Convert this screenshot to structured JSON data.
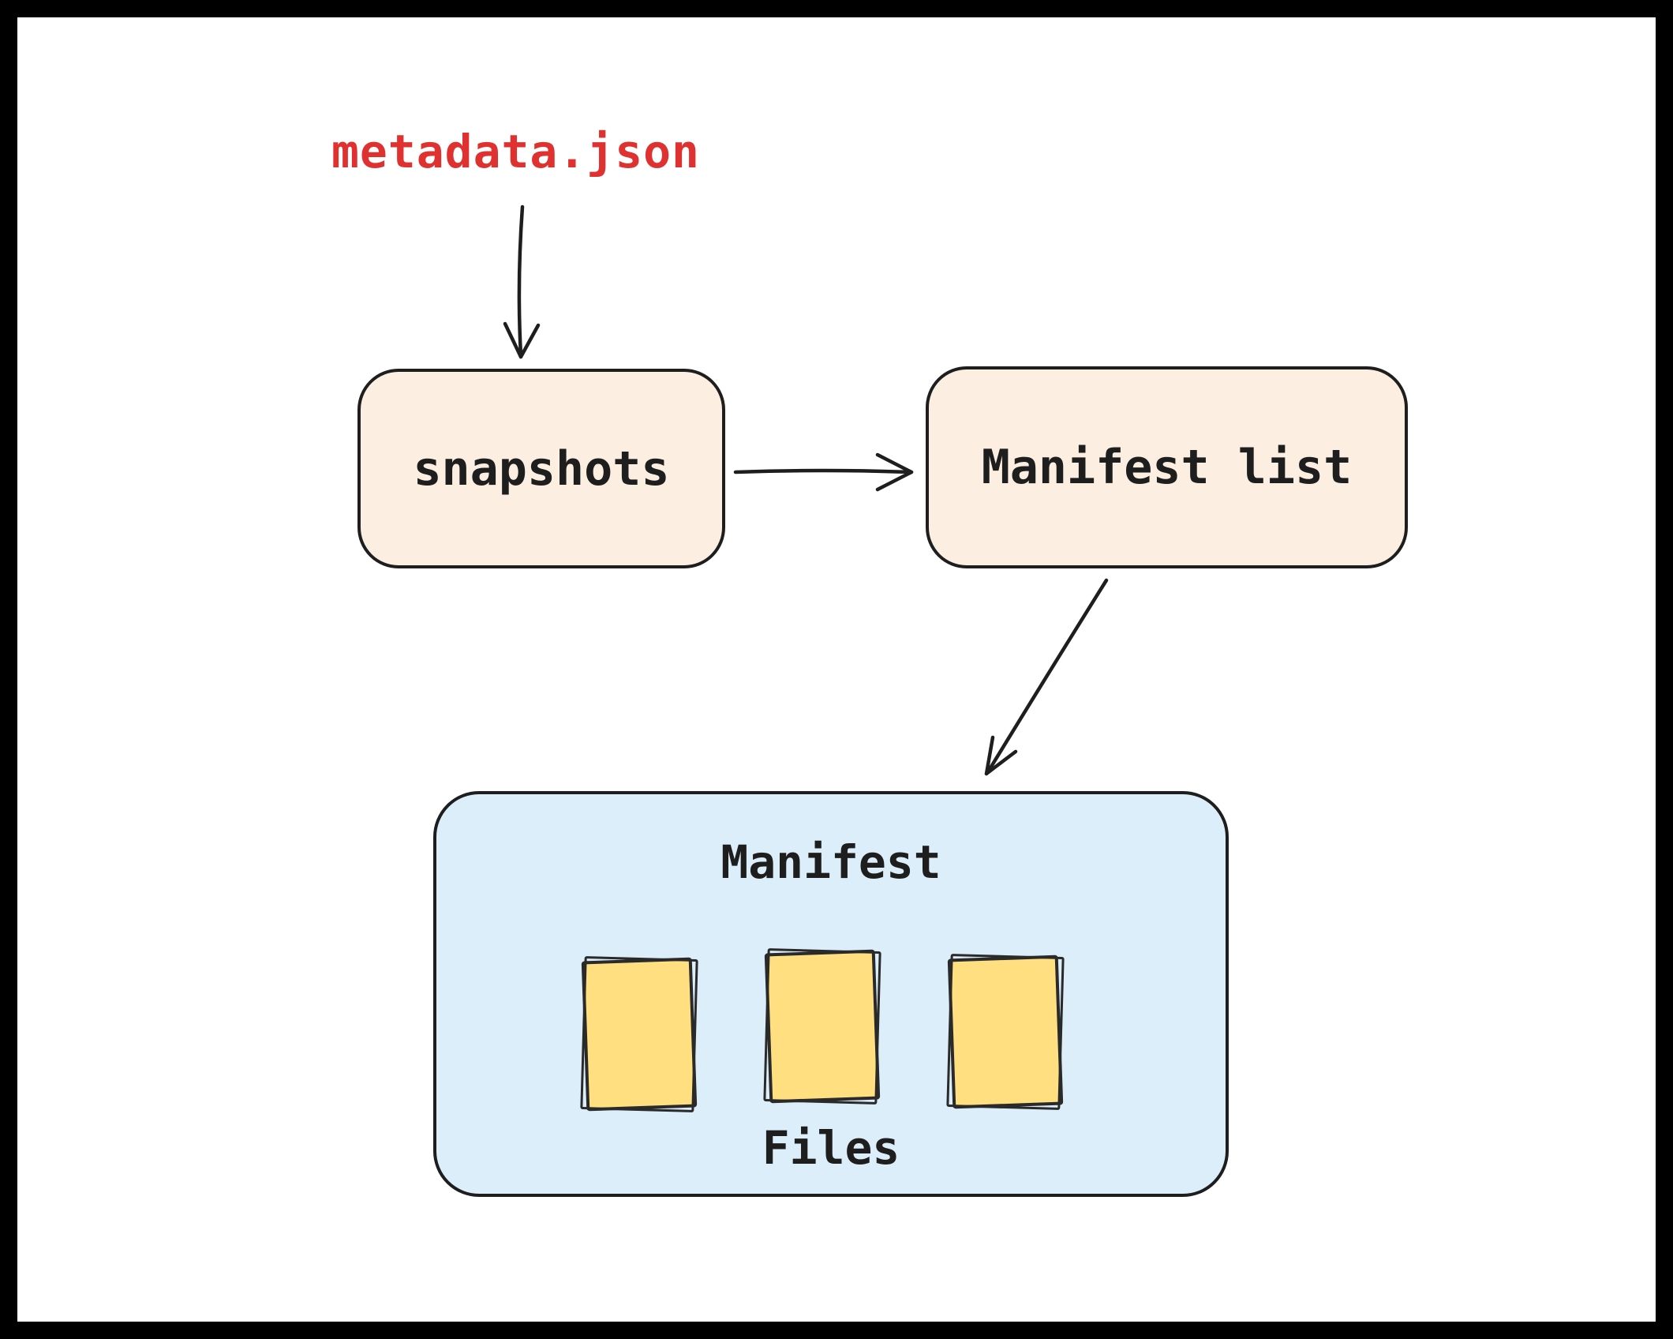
{
  "frame": {
    "background": "#000000",
    "canvas": "#ffffff"
  },
  "diagram": {
    "stroke_color": "#1e1e1e",
    "metadata_file": {
      "label": "metadata.json",
      "color": "#e03131"
    },
    "snapshots_node": {
      "label": "snapshots",
      "fill": "#fcefe2"
    },
    "manifest_list_node": {
      "label": "Manifest list",
      "fill": "#fcefe2"
    },
    "manifest_node": {
      "title": "Manifest",
      "caption": "Files",
      "fill": "#ddeefb",
      "file_count": 3,
      "file_fill": "#ffdf80"
    },
    "edges": [
      {
        "from": "metadata.json",
        "to": "snapshots"
      },
      {
        "from": "snapshots",
        "to": "Manifest list"
      },
      {
        "from": "Manifest list",
        "to": "Manifest"
      }
    ]
  }
}
